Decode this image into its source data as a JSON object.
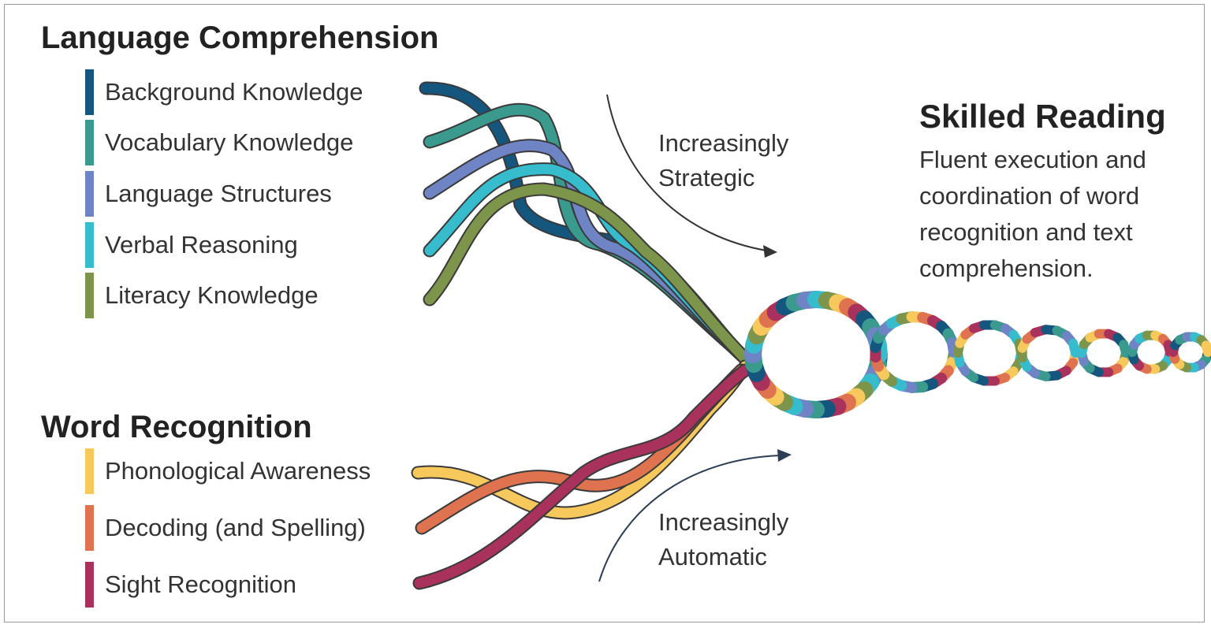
{
  "language_comprehension": {
    "title": "Language Comprehension",
    "items": [
      {
        "label": "Background Knowledge",
        "color": "#14567e"
      },
      {
        "label": "Vocabulary Knowledge",
        "color": "#3a9a8e"
      },
      {
        "label": "Language Structures",
        "color": "#6e84c4"
      },
      {
        "label": "Verbal Reasoning",
        "color": "#37bccd"
      },
      {
        "label": "Literacy Knowledge",
        "color": "#7c954a"
      }
    ]
  },
  "word_recognition": {
    "title": "Word Recognition",
    "items": [
      {
        "label": "Phonological Awareness",
        "color": "#f7c85c"
      },
      {
        "label": "Decoding (and Spelling)",
        "color": "#df7350"
      },
      {
        "label": "Sight Recognition",
        "color": "#a8325c"
      }
    ]
  },
  "arrows": {
    "strategic": {
      "line1": "Increasingly",
      "line2": "Strategic"
    },
    "automatic": {
      "line1": "Increasingly",
      "line2": "Automatic"
    }
  },
  "skilled_reading": {
    "title": "Skilled Reading",
    "description": "Fluent execution and coordination of word recognition and text comprehension."
  }
}
